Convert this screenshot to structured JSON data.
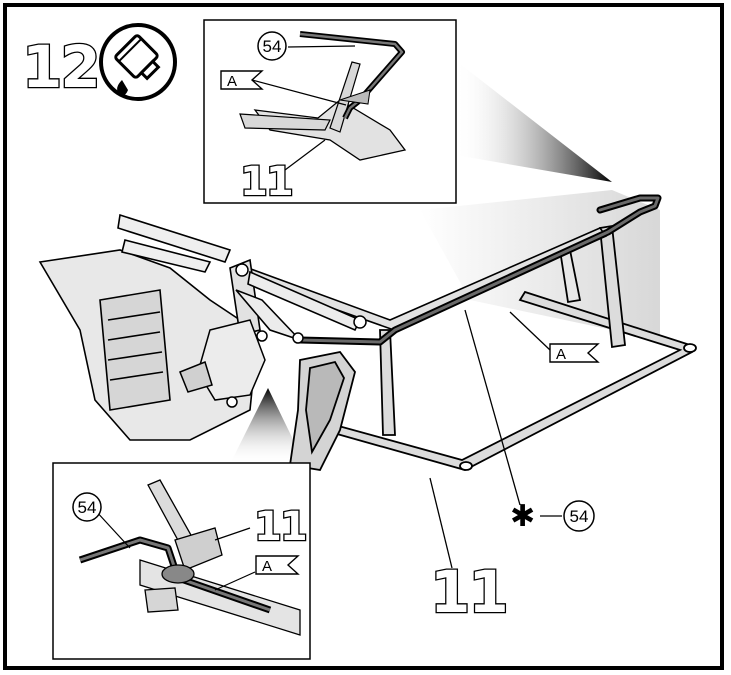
{
  "step": {
    "number": "12",
    "icon": "glue-tube-icon"
  },
  "part_ref": "54",
  "part_frame": "11",
  "marker_letter": "A",
  "asterisk": "✱",
  "colors": {
    "ink": "#000000",
    "part_fill": "#dcdcdc",
    "shadow": "#c9c9c9",
    "rod": "#555555"
  }
}
